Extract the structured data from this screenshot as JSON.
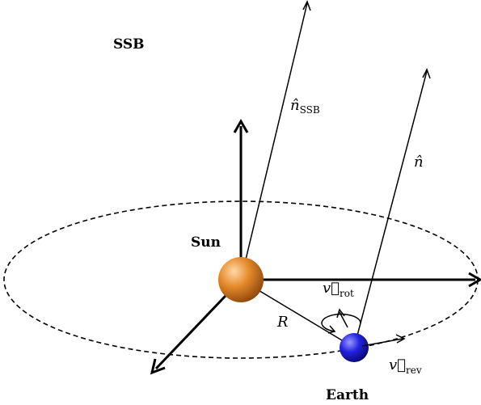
{
  "labels": {
    "frame": "SSB",
    "sun": "Sun",
    "earth": "Earth",
    "distance": "R"
  },
  "vectors": {
    "n_ssb": {
      "symbol": "n̂",
      "subscript": "SSB"
    },
    "n": {
      "symbol": "n̂"
    },
    "v_rot": {
      "symbol": "v⃗",
      "subscript": "rot"
    },
    "v_rev": {
      "symbol": "v⃗",
      "subscript": "rev"
    }
  },
  "colors": {
    "sun": "#d9781a",
    "earth": "#1f1fd6",
    "stroke": "#000000"
  }
}
